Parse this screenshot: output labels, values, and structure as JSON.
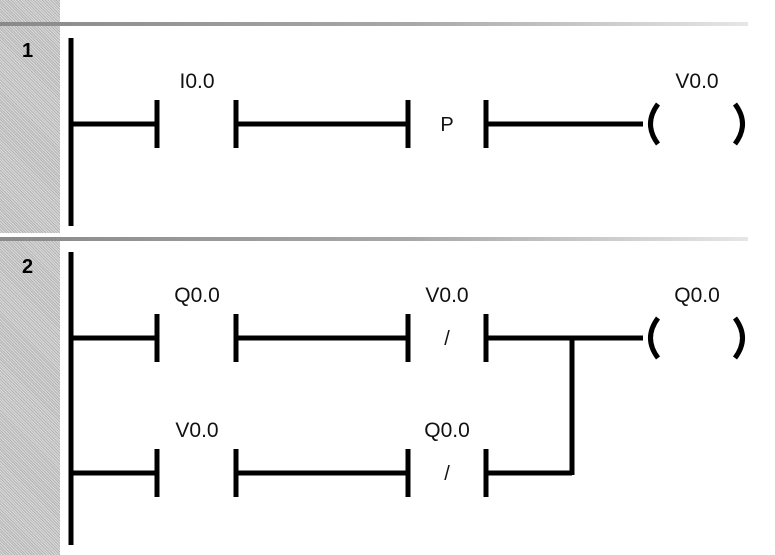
{
  "networks": [
    {
      "number": "1",
      "rungs": [
        {
          "elements": [
            {
              "kind": "contact-no",
              "label": "I0.0"
            },
            {
              "kind": "contact-edge",
              "label": "",
              "symbol": "P"
            },
            {
              "kind": "coil",
              "label": "V0.0"
            }
          ]
        }
      ]
    },
    {
      "number": "2",
      "rungs": [
        {
          "elements": [
            {
              "kind": "contact-no",
              "label": "Q0.0"
            },
            {
              "kind": "contact-nc",
              "label": "V0.0",
              "symbol": "/"
            },
            {
              "kind": "coil",
              "label": "Q0.0"
            }
          ]
        },
        {
          "elements": [
            {
              "kind": "contact-no",
              "label": "V0.0"
            },
            {
              "kind": "contact-nc",
              "label": "Q0.0",
              "symbol": "/"
            }
          ]
        }
      ]
    }
  ],
  "colors": {
    "gutter": "#c8c8c8",
    "separator": "#8a8a8a",
    "wire": "#000000"
  }
}
